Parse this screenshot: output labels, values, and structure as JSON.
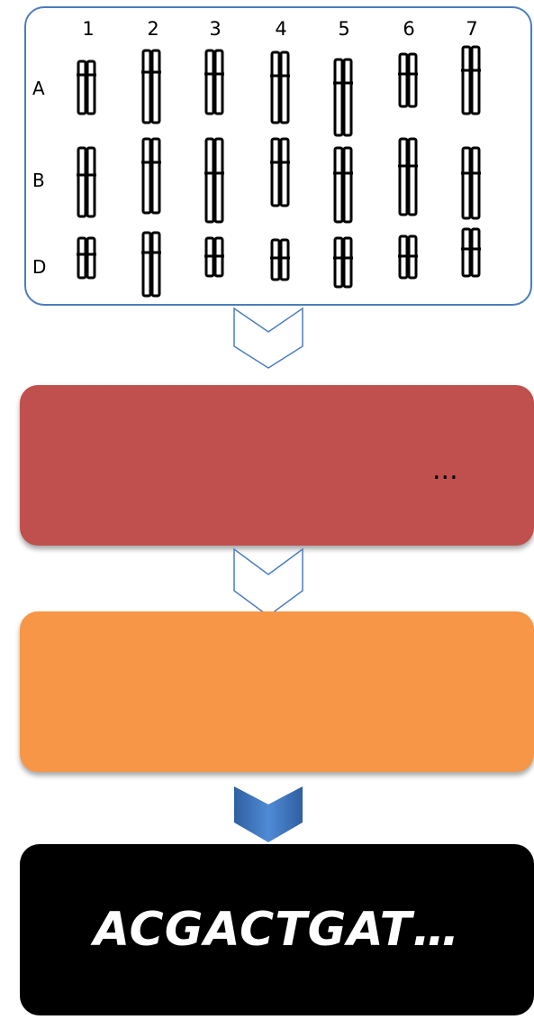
{
  "karyotype": {
    "columns": [
      "1",
      "2",
      "3",
      "4",
      "5",
      "6",
      "7"
    ],
    "rows": [
      "A",
      "B",
      "D"
    ]
  },
  "flow_sorting": {
    "ellipsis": "..."
  },
  "sequence": {
    "text": "ACGACTGAT…"
  },
  "colors": {
    "panel_border": "#4a7ebf",
    "flow_panel": "#c0504d",
    "sort_panel": "#f79646",
    "seq_panel": "#000000",
    "arrow_fill": "#4a7ebf"
  }
}
